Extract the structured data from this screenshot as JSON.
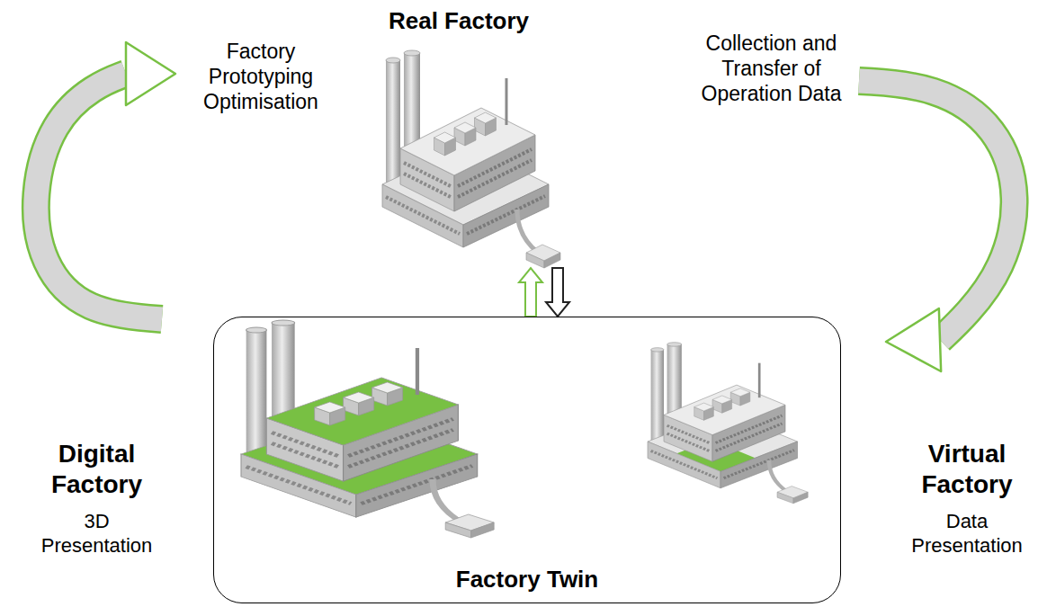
{
  "diagram": {
    "nodes": [
      {
        "text": [
          "Real Factory"
        ]
      },
      {
        "text": [
          "Digital Factory",
          "3D Presentation"
        ]
      },
      {
        "text": [
          "Factory Twin"
        ]
      },
      {
        "text": [
          "Virtual Factory",
          "Data Presentation"
        ]
      }
    ],
    "edges": [
      {
        "from": 1,
        "to": 0,
        "arrow": "to",
        "label": "Factory Prototyping Optimisation"
      },
      {
        "from": 0,
        "to": 3,
        "arrow": "to",
        "label": "Collection and Transfer of Operation Data"
      },
      {
        "from": 2,
        "to": 0,
        "arrow": "to"
      },
      {
        "from": 0,
        "to": 2,
        "arrow": "to"
      }
    ]
  }
}
